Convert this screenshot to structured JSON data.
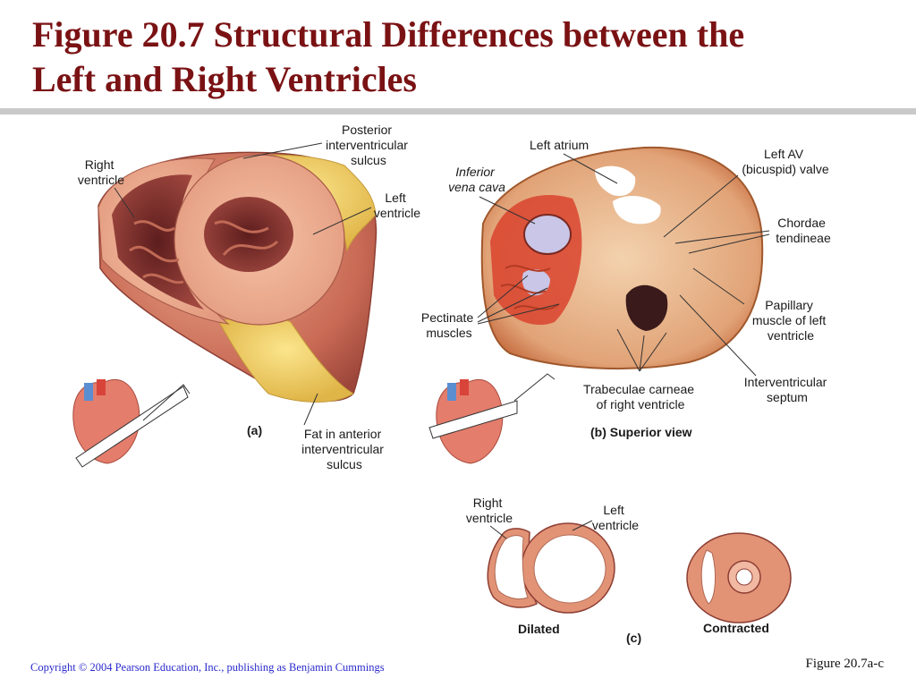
{
  "slide": {
    "title_line1": "Figure 20.7  Structural Differences between the",
    "title_line2": "Left and Right Ventricles",
    "copyright": "Copyright © 2004 Pearson Education, Inc., publishing as Benjamin Cummings",
    "figure_ref": "Figure 20.7a-c"
  },
  "panel_a": {
    "posterior_sulcus": [
      "Posterior",
      "interventricular",
      "sulcus"
    ],
    "right_ventricle": [
      "Right",
      "ventricle"
    ],
    "left_ventricle": [
      "Left",
      "ventricle"
    ],
    "fat_sulcus": [
      "Fat in anterior",
      "interventricular",
      "sulcus"
    ],
    "tag": "(a)"
  },
  "panel_b": {
    "left_atrium": "Left atrium",
    "inferior_vena_cava": [
      "Inferior",
      "vena cava"
    ],
    "left_av_valve": [
      "Left AV",
      "(bicuspid) valve"
    ],
    "chordae": [
      "Chordae",
      "tendineae"
    ],
    "pectinate": [
      "Pectinate",
      "muscles"
    ],
    "papillary": [
      "Papillary",
      "muscle of left",
      "ventricle"
    ],
    "trabeculae": [
      "Trabeculae carneae",
      "of right ventricle"
    ],
    "septum": [
      "Interventricular",
      "septum"
    ],
    "tag": "(b) Superior view"
  },
  "panel_c": {
    "right_ventricle": [
      "Right",
      "ventricle"
    ],
    "left_ventricle": [
      "Left",
      "ventricle"
    ],
    "dilated": "Dilated",
    "contracted": "Contracted",
    "tag": "(c)"
  }
}
